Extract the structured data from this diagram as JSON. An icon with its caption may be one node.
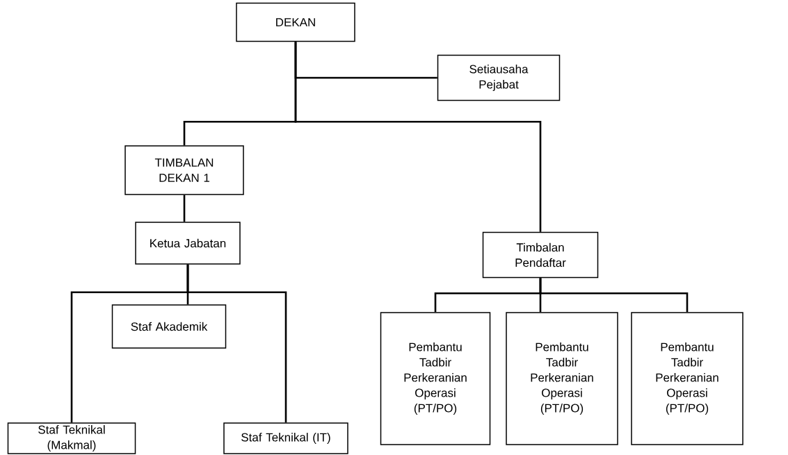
{
  "diagram": {
    "nodes": [
      {
        "text": [
          "DEKAN"
        ]
      },
      {
        "text": [
          "Setiausaha Pejabat"
        ]
      },
      {
        "text": [
          "TIMBALAN DEKAN 1"
        ]
      },
      {
        "text": [
          "Ketua Jabatan"
        ]
      },
      {
        "text": [
          "Timbalan Pendaftar"
        ]
      },
      {
        "text": [
          "Staf Akademik"
        ]
      },
      {
        "text": [
          "Staf Teknikal (Makmal)"
        ]
      },
      {
        "text": [
          "Staf Teknikal (IT)"
        ]
      },
      {
        "text": [
          "Pembantu Tadbir Perkeranian Operasi (PT/PO)"
        ]
      },
      {
        "text": [
          "Pembantu Tadbir Perkeranian Operasi (PT/PO)"
        ]
      },
      {
        "text": [
          "Pembantu Tadbir Perkeranian Operasi (PT/PO)"
        ]
      }
    ],
    "edges": [
      {
        "from": 0,
        "to": 1,
        "arrow": "none"
      },
      {
        "from": 0,
        "to": 2,
        "arrow": "none"
      },
      {
        "from": 0,
        "to": 4,
        "arrow": "none"
      },
      {
        "from": 2,
        "to": 3,
        "arrow": "none"
      },
      {
        "from": 3,
        "to": 5,
        "arrow": "none"
      },
      {
        "from": 3,
        "to": 6,
        "arrow": "none"
      },
      {
        "from": 3,
        "to": 7,
        "arrow": "none"
      },
      {
        "from": 4,
        "to": 8,
        "arrow": "none"
      },
      {
        "from": 4,
        "to": 9,
        "arrow": "none"
      },
      {
        "from": 4,
        "to": 10,
        "arrow": "none"
      }
    ]
  }
}
